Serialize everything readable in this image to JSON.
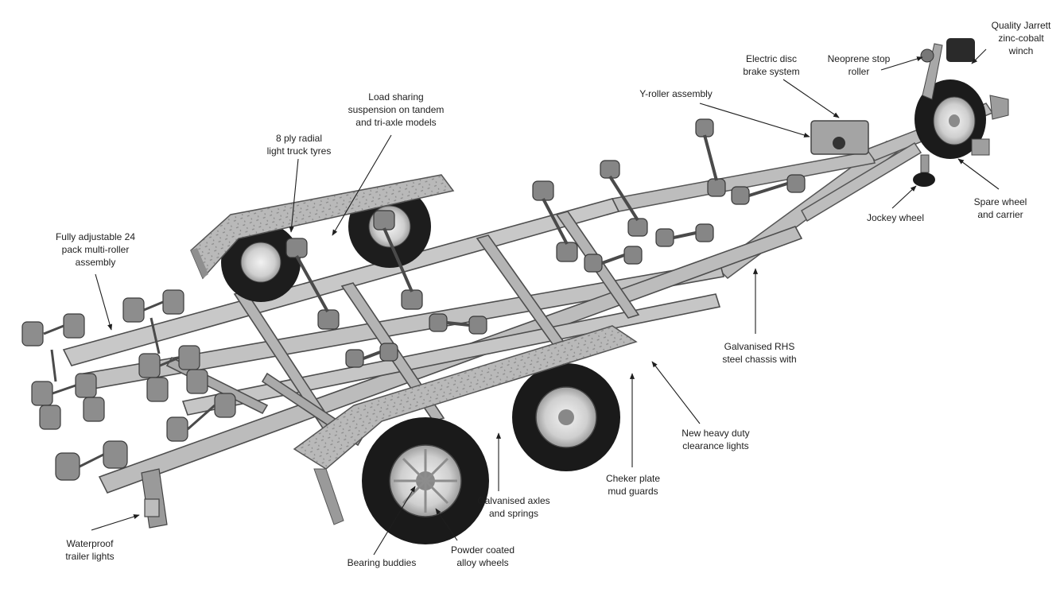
{
  "diagram": {
    "labels": [
      {
        "id": "winch",
        "lines": [
          "Quality Jarrett",
          "zinc-cobalt",
          "winch"
        ]
      },
      {
        "id": "stop-roller",
        "lines": [
          "Neoprene stop",
          "roller"
        ]
      },
      {
        "id": "brake",
        "lines": [
          "Electric disc",
          "brake system"
        ]
      },
      {
        "id": "y-roller",
        "lines": [
          "Y-roller assembly"
        ]
      },
      {
        "id": "suspension",
        "lines": [
          "Load sharing",
          "suspension on tandem",
          "and tri-axle models"
        ]
      },
      {
        "id": "tyres",
        "lines": [
          "8 ply radial",
          "light truck tyres"
        ]
      },
      {
        "id": "multi-roller",
        "lines": [
          "Fully adjustable 24",
          "pack multi-roller",
          "assembly"
        ]
      },
      {
        "id": "spare-wheel",
        "lines": [
          "Spare wheel",
          "and carrier"
        ]
      },
      {
        "id": "jockey-wheel",
        "lines": [
          "Jockey wheel"
        ]
      },
      {
        "id": "chassis",
        "lines": [
          "Galvanised RHS",
          "steel chassis with"
        ]
      },
      {
        "id": "clearance-lights",
        "lines": [
          "New heavy duty",
          "clearance lights"
        ]
      },
      {
        "id": "mud-guards",
        "lines": [
          "Cheker plate",
          "mud guards"
        ]
      },
      {
        "id": "axles",
        "lines": [
          "Galvanised axles",
          "and springs"
        ]
      },
      {
        "id": "alloy-wheels",
        "lines": [
          "Powder coated",
          "alloy wheels"
        ]
      },
      {
        "id": "bearing-buddies",
        "lines": [
          "Bearing buddies"
        ]
      },
      {
        "id": "trailer-lights",
        "lines": [
          "Waterproof",
          "trailer lights"
        ]
      }
    ]
  }
}
